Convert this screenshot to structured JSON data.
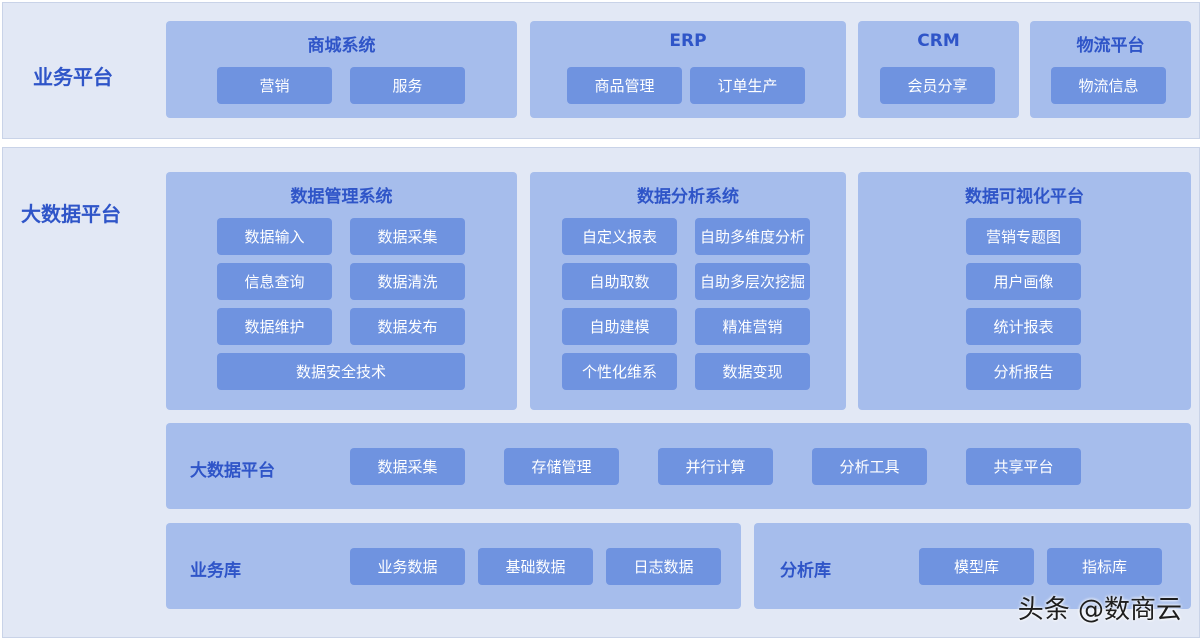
{
  "business_platform": {
    "title": "业务平台",
    "mall": {
      "title": "商城系统",
      "items": [
        "营销",
        "服务"
      ]
    },
    "erp": {
      "title": "ERP",
      "items": [
        "商品管理",
        "订单生产"
      ]
    },
    "crm": {
      "title": "CRM",
      "items": [
        "会员分享"
      ]
    },
    "logistics": {
      "title": "物流平台",
      "items": [
        "物流信息"
      ]
    }
  },
  "big_data_platform": {
    "title": "大数据平台",
    "data_management": {
      "title": "数据管理系统",
      "items": [
        "数据输入",
        "数据采集",
        "信息查询",
        "数据清洗",
        "数据维护",
        "数据发布",
        "数据安全技术"
      ]
    },
    "data_analysis": {
      "title": "数据分析系统",
      "items": [
        "自定义报表",
        "自助多维度分析",
        "自助取数",
        "自助多层次挖掘",
        "自助建模",
        "精准营销",
        "个性化维系",
        "数据变现"
      ]
    },
    "data_visualization": {
      "title": "数据可视化平台",
      "items": [
        "营销专题图",
        "用户画像",
        "统计报表",
        "分析报告"
      ]
    },
    "platform_row": {
      "title": "大数据平台",
      "items": [
        "数据采集",
        "存储管理",
        "并行计算",
        "分析工具",
        "共享平台"
      ]
    },
    "business_db": {
      "title": "业务库",
      "items": [
        "业务数据",
        "基础数据",
        "日志数据"
      ]
    },
    "analysis_db": {
      "title": "分析库",
      "items": [
        "模型库",
        "指标库"
      ]
    }
  },
  "watermark": "头条 @数商云"
}
